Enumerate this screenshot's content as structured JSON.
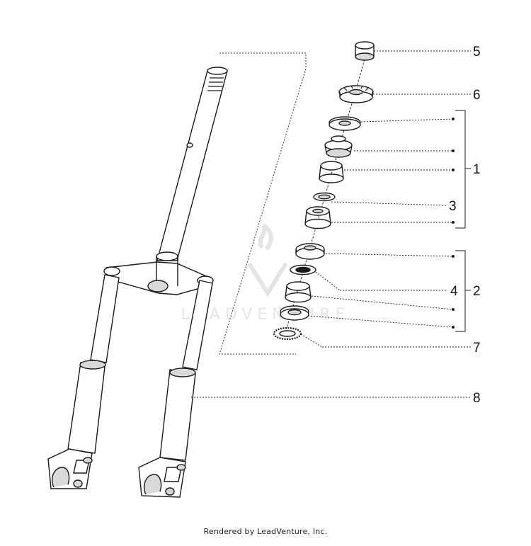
{
  "callouts": [
    "5",
    "6",
    "1",
    "3",
    "4",
    "2",
    "7",
    "8"
  ],
  "watermark": {
    "text": "LEADVENTURE"
  },
  "credit": "Rendered by LeadVenture, Inc.",
  "colors": {
    "line": "#1a1a1a",
    "fill": "#ffffff",
    "shade": "#d9d9d9",
    "watermark": "#e6e6e6"
  }
}
